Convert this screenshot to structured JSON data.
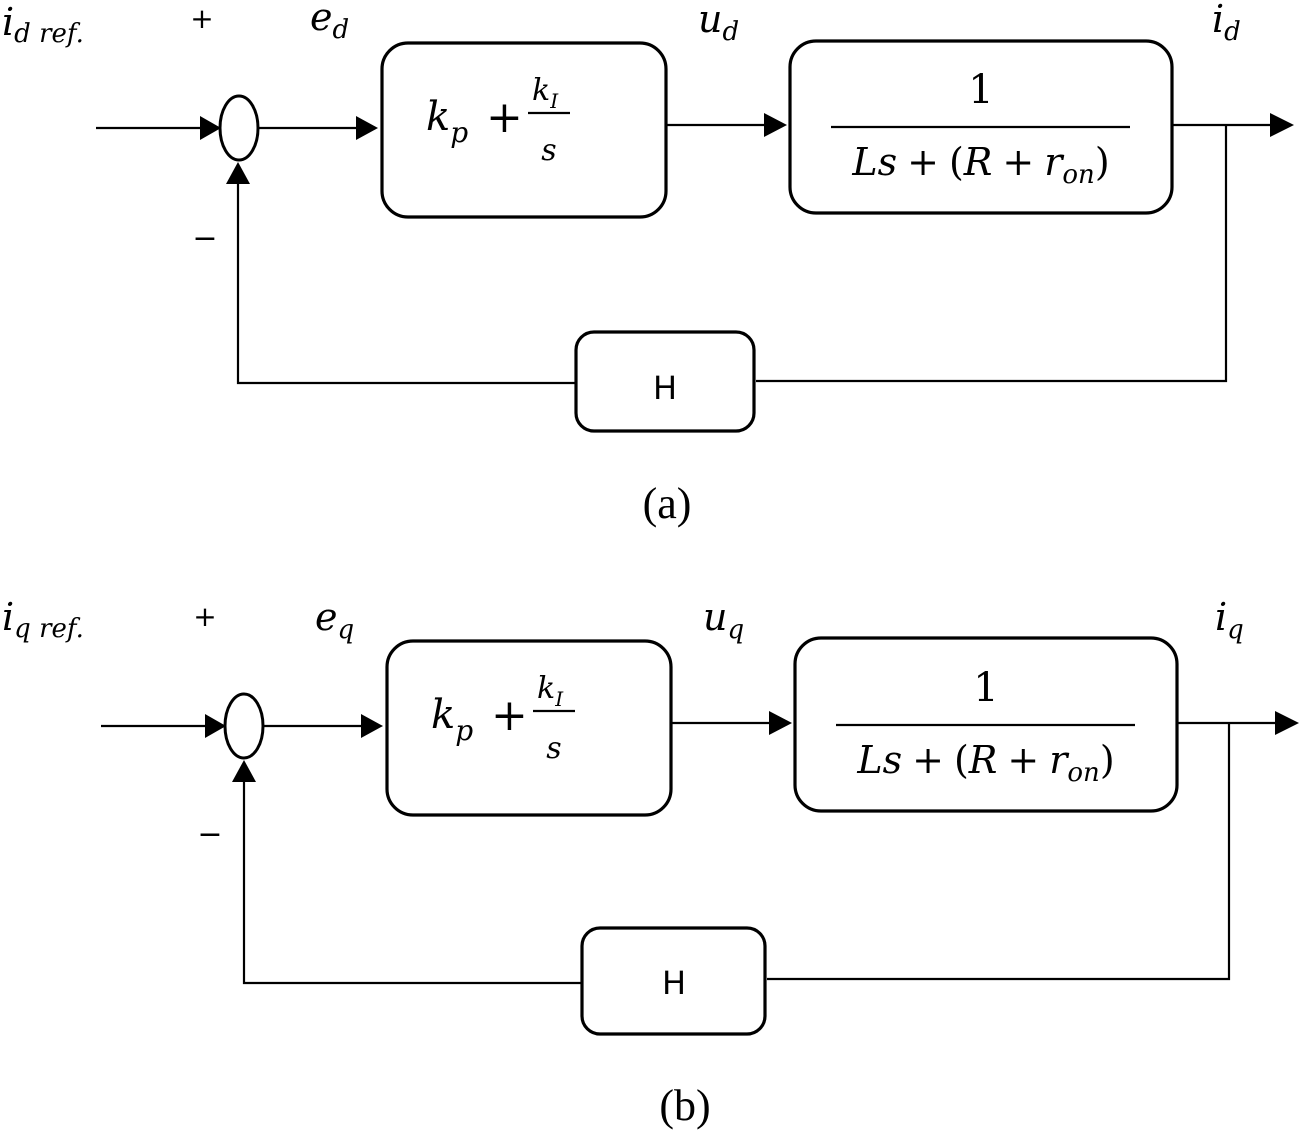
{
  "diagrams": [
    {
      "ref_main": "i",
      "ref_sub": "d ref.",
      "plus_sign": "+",
      "minus_sign": "−",
      "error_main": "e",
      "error_sub": "d",
      "control_main": "u",
      "control_sub": "d",
      "output_main": "i",
      "output_sub": "d",
      "controller": {
        "kp_main": "k",
        "kp_sub": "p",
        "plus": "+",
        "ki_main": "k",
        "ki_sub": "I",
        "ki_den": "s"
      },
      "plant": {
        "numerator": "1",
        "den_ls": "Ls",
        "den_plus": "+",
        "den_open": "(",
        "den_r": "R",
        "den_plus2": "+",
        "den_ron_main": "r",
        "den_ron_sub": "on",
        "den_close": ")"
      },
      "feedback_label": "H",
      "caption": "(a)"
    },
    {
      "ref_main": "i",
      "ref_sub": "q ref.",
      "plus_sign": "+",
      "minus_sign": "−",
      "error_main": "e",
      "error_sub": "q",
      "control_main": "u",
      "control_sub": "q",
      "output_main": "i",
      "output_sub": "q",
      "controller": {
        "kp_main": "k",
        "kp_sub": "p",
        "plus": "+",
        "ki_main": "k",
        "ki_sub": "I",
        "ki_den": "s"
      },
      "plant": {
        "numerator": "1",
        "den_ls": "Ls",
        "den_plus": "+",
        "den_open": "(",
        "den_r": "R",
        "den_plus2": "+",
        "den_ron_main": "r",
        "den_ron_sub": "on",
        "den_close": ")"
      },
      "feedback_label": "H",
      "caption": "(b)"
    }
  ]
}
